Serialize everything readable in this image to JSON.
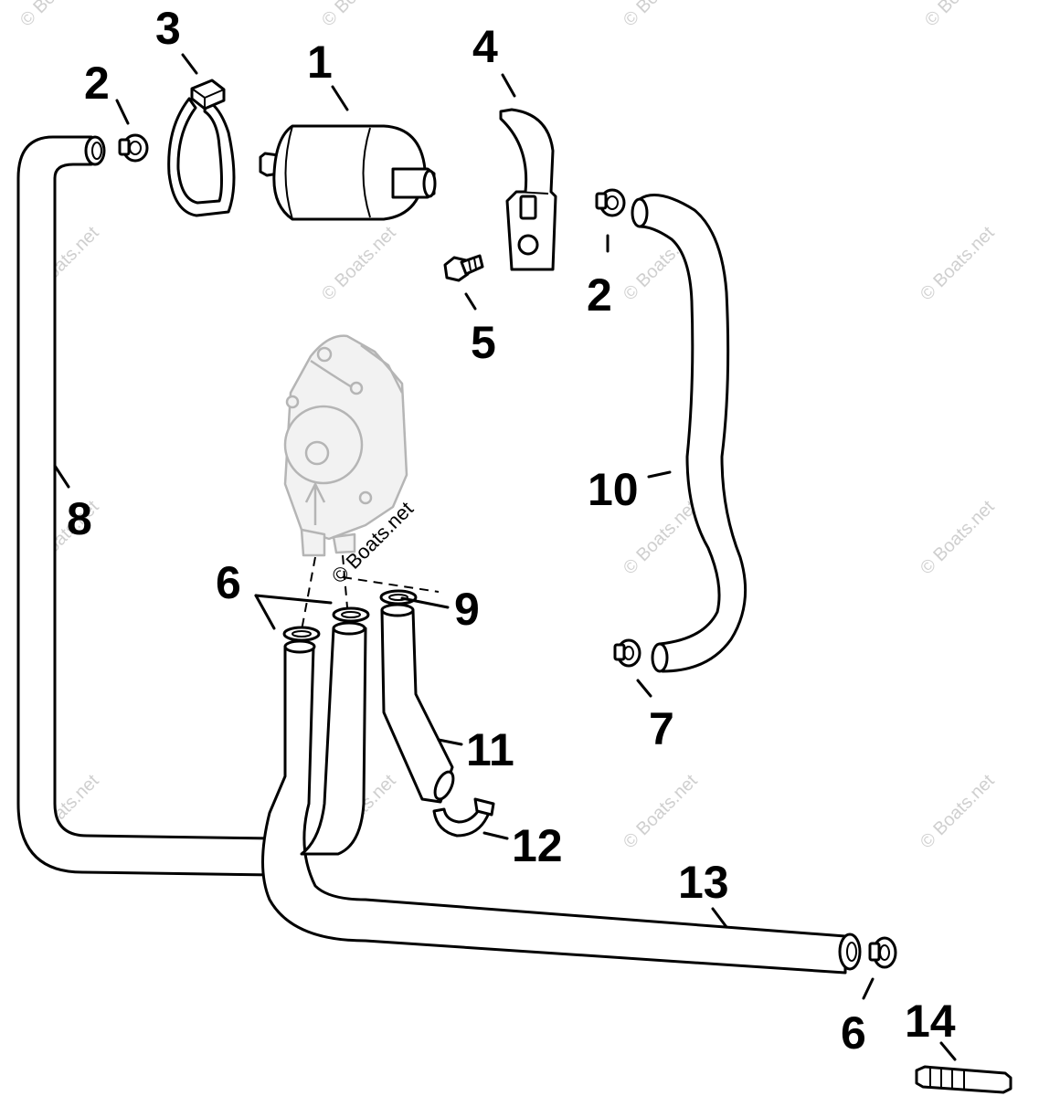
{
  "diagram": {
    "callouts": {
      "c1": "1",
      "c2a": "2",
      "c2b": "2",
      "c3": "3",
      "c4": "4",
      "c5": "5",
      "c6a": "6",
      "c6b": "6",
      "c7": "7",
      "c8": "8",
      "c9": "9",
      "c10": "10",
      "c11": "11",
      "c12": "12",
      "c13": "13",
      "c14": "14"
    },
    "watermark": "© Boats.net",
    "colors": {
      "line": "#000000",
      "background": "#ffffff",
      "ghost_part": "#b5b5b5",
      "watermark": "#cfcfcf"
    }
  }
}
